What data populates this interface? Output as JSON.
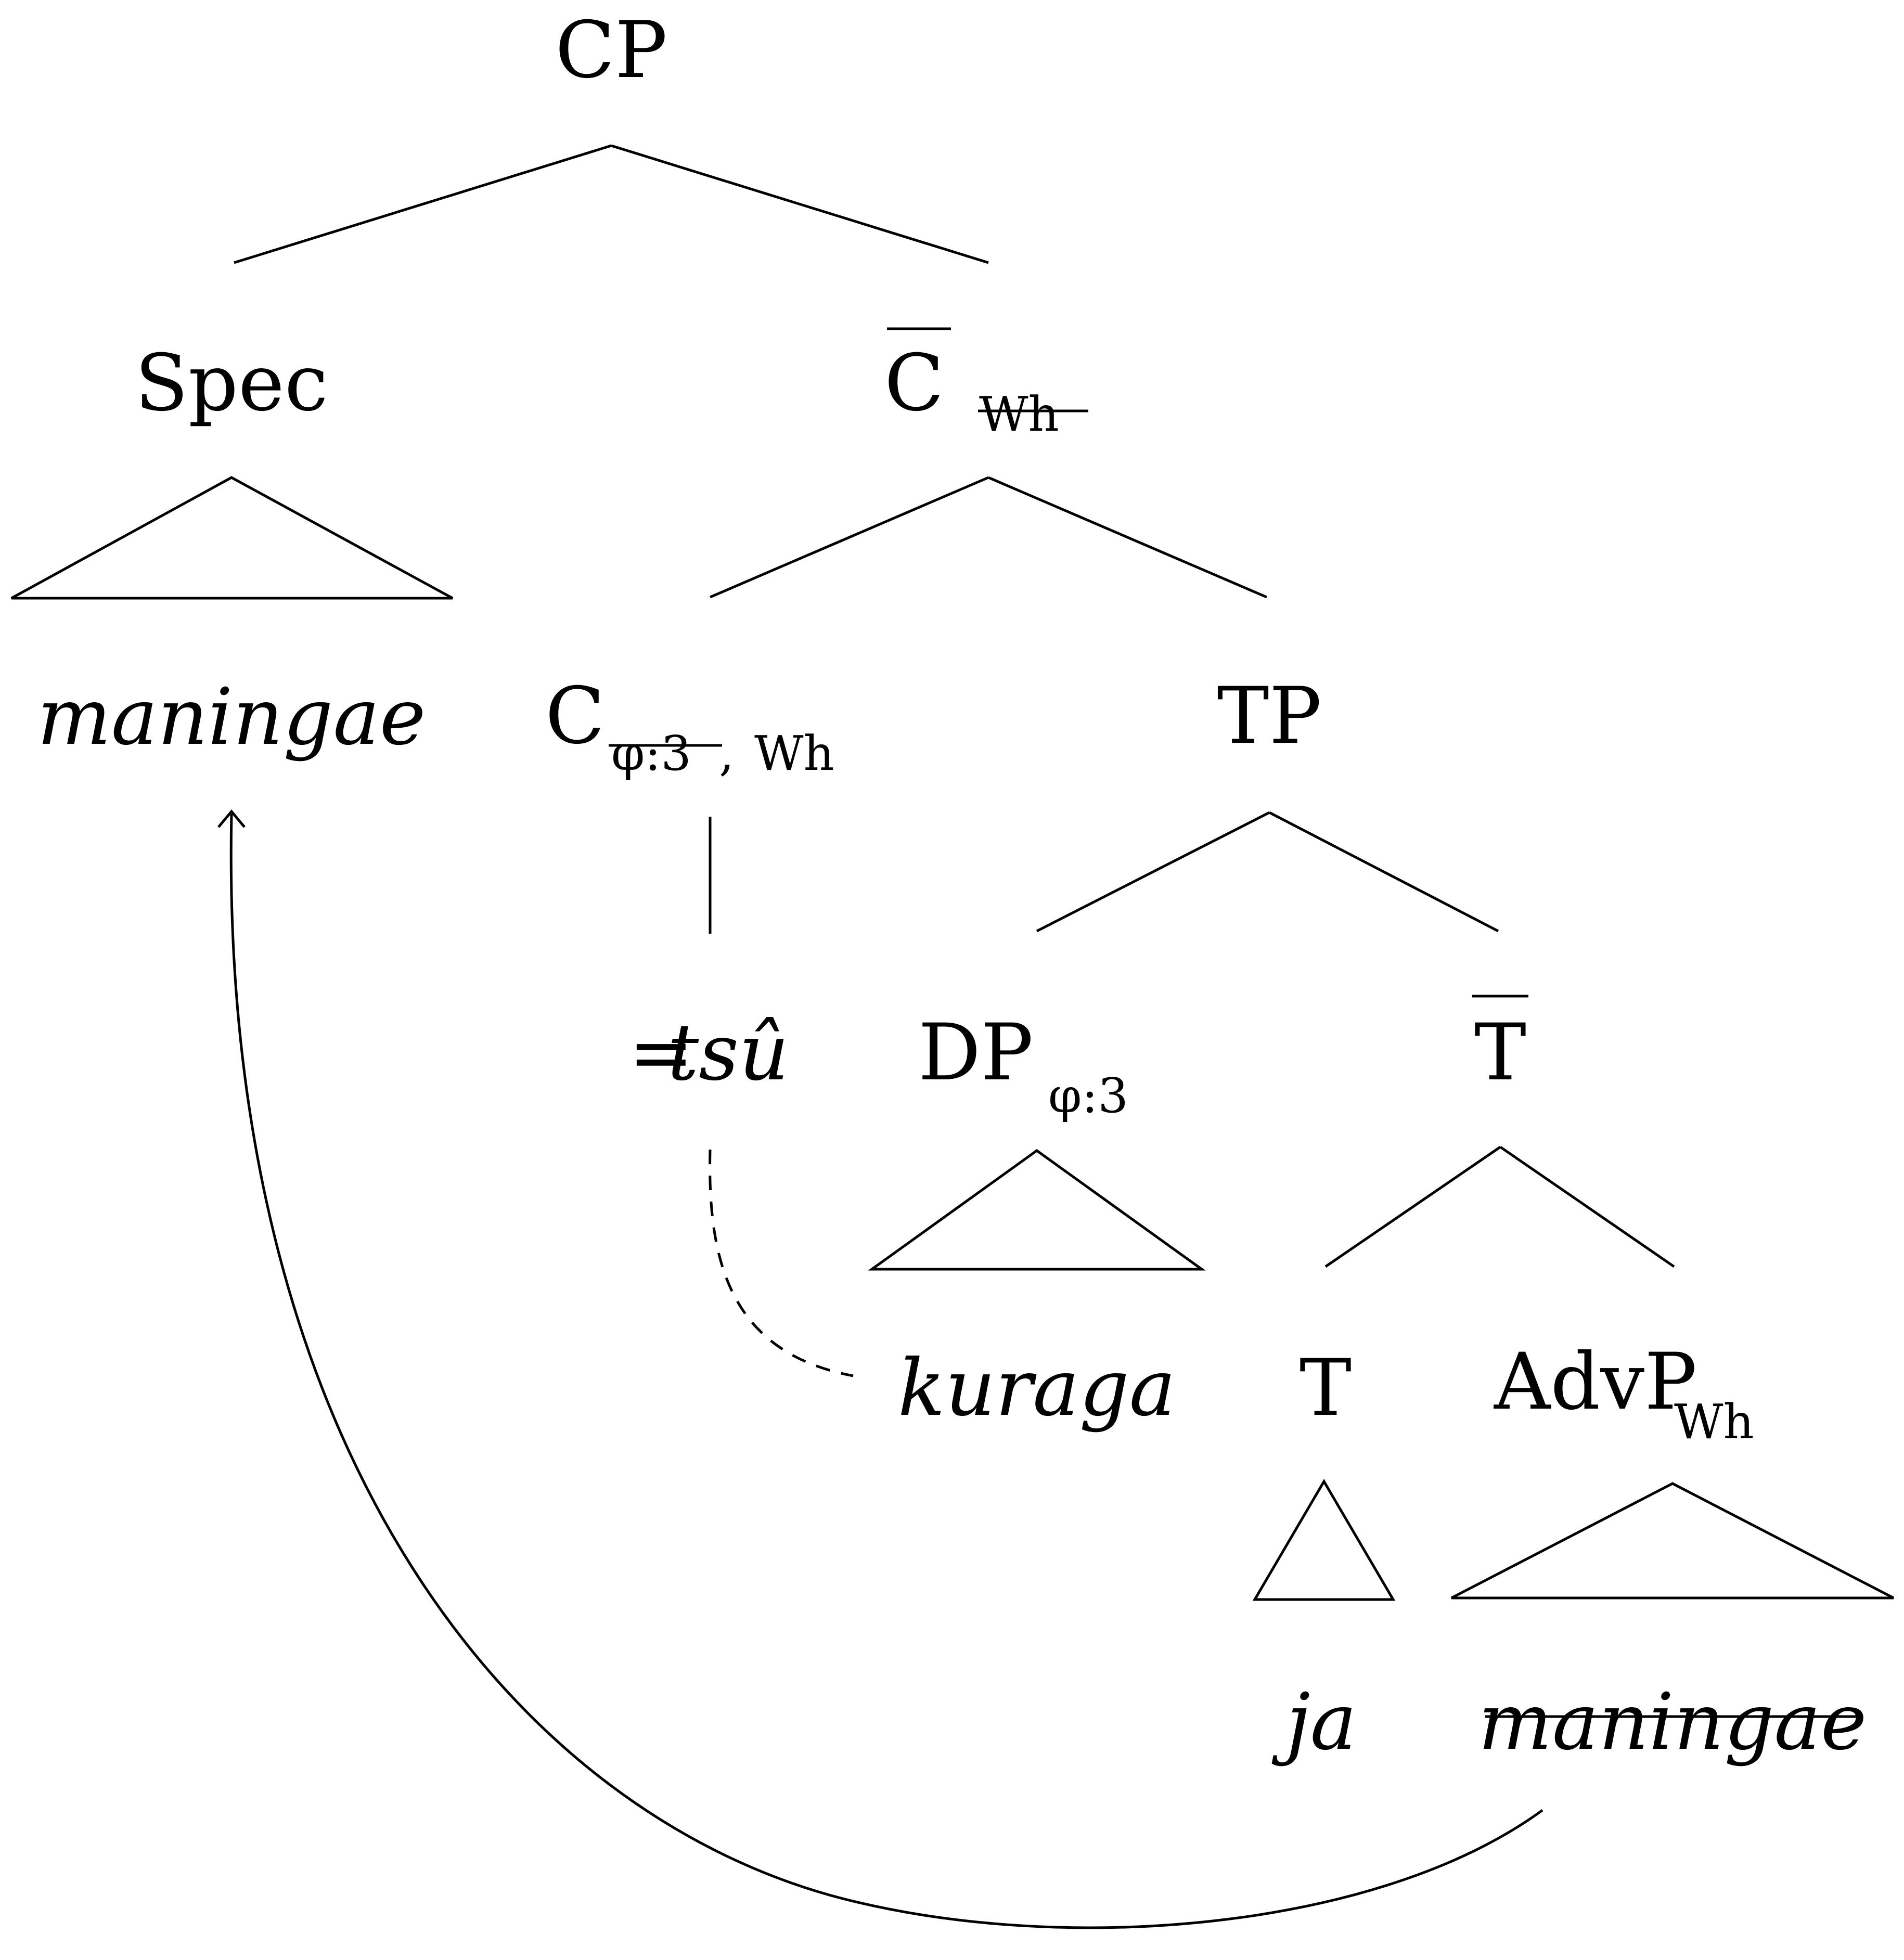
{
  "nodes": {
    "cp": "CP",
    "spec": "Spec",
    "cbar": "C",
    "cbar_feature": "Wh",
    "c_head": "C",
    "c_feature_phi": "φ:3",
    "c_feature_sep": ",",
    "c_feature_wh": "Wh",
    "tp": "TP",
    "dp": "DP",
    "dp_feature": "φ:3",
    "tbar": "T",
    "t_head": "T",
    "advp": "AdvP",
    "advp_feature": "Wh"
  },
  "leaves": {
    "spec_leaf": "maningae",
    "clitic_prefix": "=",
    "clitic": "tsû",
    "dp_leaf": "kuraga",
    "t_leaf": "ja",
    "advp_leaf": "maningae"
  },
  "colors": {
    "ink": "#000000",
    "background": "#ffffff"
  }
}
